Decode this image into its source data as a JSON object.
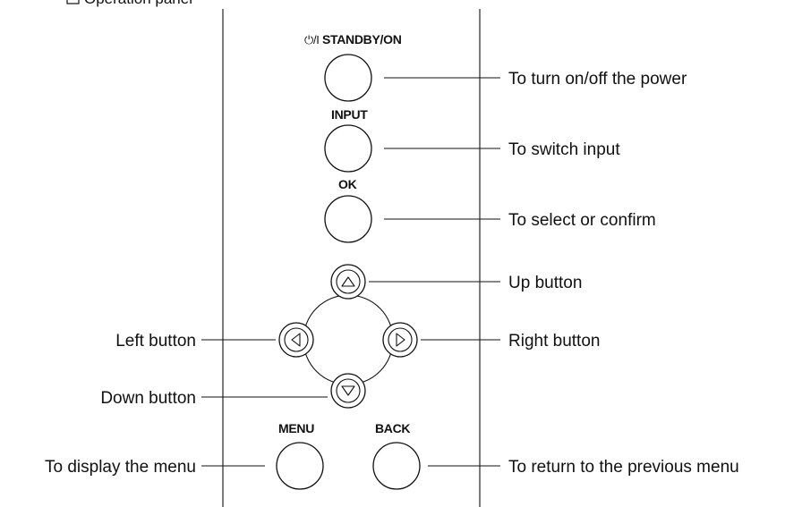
{
  "header": {
    "section_title": "Operation panel"
  },
  "buttons": {
    "standby_on": {
      "symbol": "⏻/I",
      "label": "STANDBY/ON",
      "description": "To turn on/off the power"
    },
    "input": {
      "label": "INPUT",
      "description": "To switch input"
    },
    "ok": {
      "label": "OK",
      "description": "To select or confirm"
    },
    "up": {
      "description": "Up button"
    },
    "left": {
      "description": "Left button"
    },
    "right": {
      "description": "Right button"
    },
    "down": {
      "description": "Down button"
    },
    "menu": {
      "label": "MENU",
      "description": "To display the menu"
    },
    "back": {
      "label": "BACK",
      "description": "To return to the previous menu"
    }
  }
}
